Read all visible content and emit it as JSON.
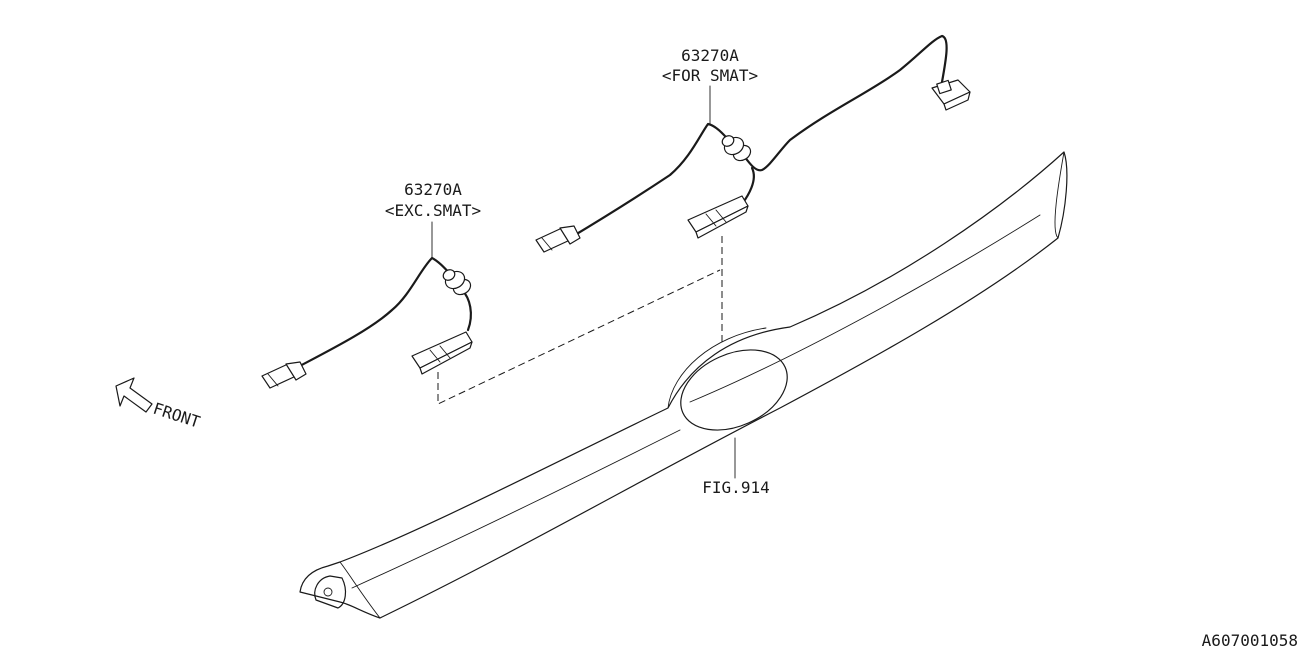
{
  "diagram": {
    "callouts": {
      "harness_for_smat": {
        "part_number": "63270A",
        "note": "<FOR SMAT>"
      },
      "harness_exc_smat": {
        "part_number": "63270A",
        "note": "<EXC.SMAT>"
      },
      "garnish_ref": "FIG.914"
    },
    "direction_label": "FRONT",
    "drawing_id": "A607001058"
  }
}
